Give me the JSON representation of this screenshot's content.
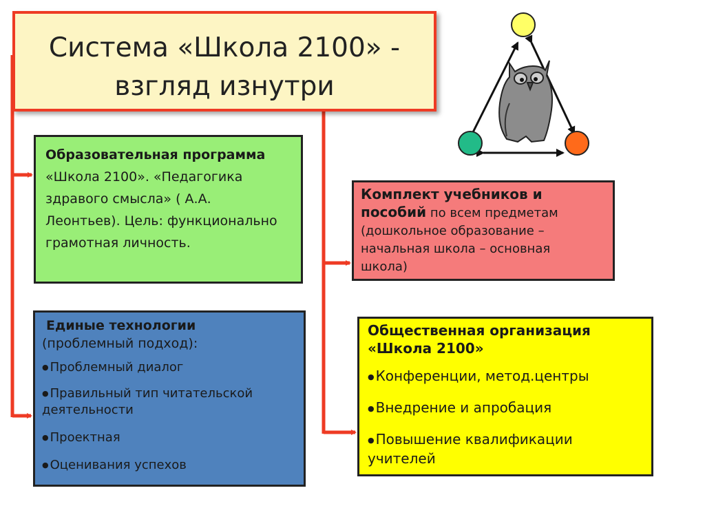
{
  "title": {
    "line1": "Система «Школа 2100» -",
    "line2": "взгляд изнутри"
  },
  "program_box": {
    "bold_part": "Образовательная программа",
    "line2": "«Школа 2100». «Педагогика",
    "line3": "здравого смысла» ( А.А.",
    "line4": "Леонтьев). Цель: функционально",
    "line5": "грамотная личность."
  },
  "textbooks_box": {
    "bold_line1": "Комплект учебников и",
    "bold_line2": "пособий",
    "rest_line2": " по всем предметам",
    "line3": "(дошкольное образование –",
    "line4": "начальная школа – основная",
    "line5": "школа)"
  },
  "technologies_box": {
    "bold_part": "Единые технологии",
    "subtitle": "(проблемный подход):",
    "items": [
      "Проблемный диалог",
      "Правильный тип читательской",
      "деятельности",
      "Проектная",
      "Оценивания успехов"
    ]
  },
  "organization_box": {
    "bold_line1": "Общественная организация",
    "bold_line2": "«Школа 2100»",
    "items": [
      "Конференции, метод.центры",
      "Внедрение и апробация",
      "Повышение квалификации",
      "учителей"
    ]
  },
  "colors": {
    "connector": "#ee3b24",
    "title_bg": "#fdf5c4",
    "program_bg": "#99ee77",
    "textbooks_bg": "#f57b7b",
    "technologies_bg": "#4f82bd",
    "organization_bg": "#ffff00",
    "circle_top": "#ffff66",
    "circle_left": "#22bb88",
    "circle_right": "#ff6a1a",
    "owl": "#8c8c8c"
  },
  "icons": [
    "owl-icon",
    "bullet-dot-icon"
  ]
}
